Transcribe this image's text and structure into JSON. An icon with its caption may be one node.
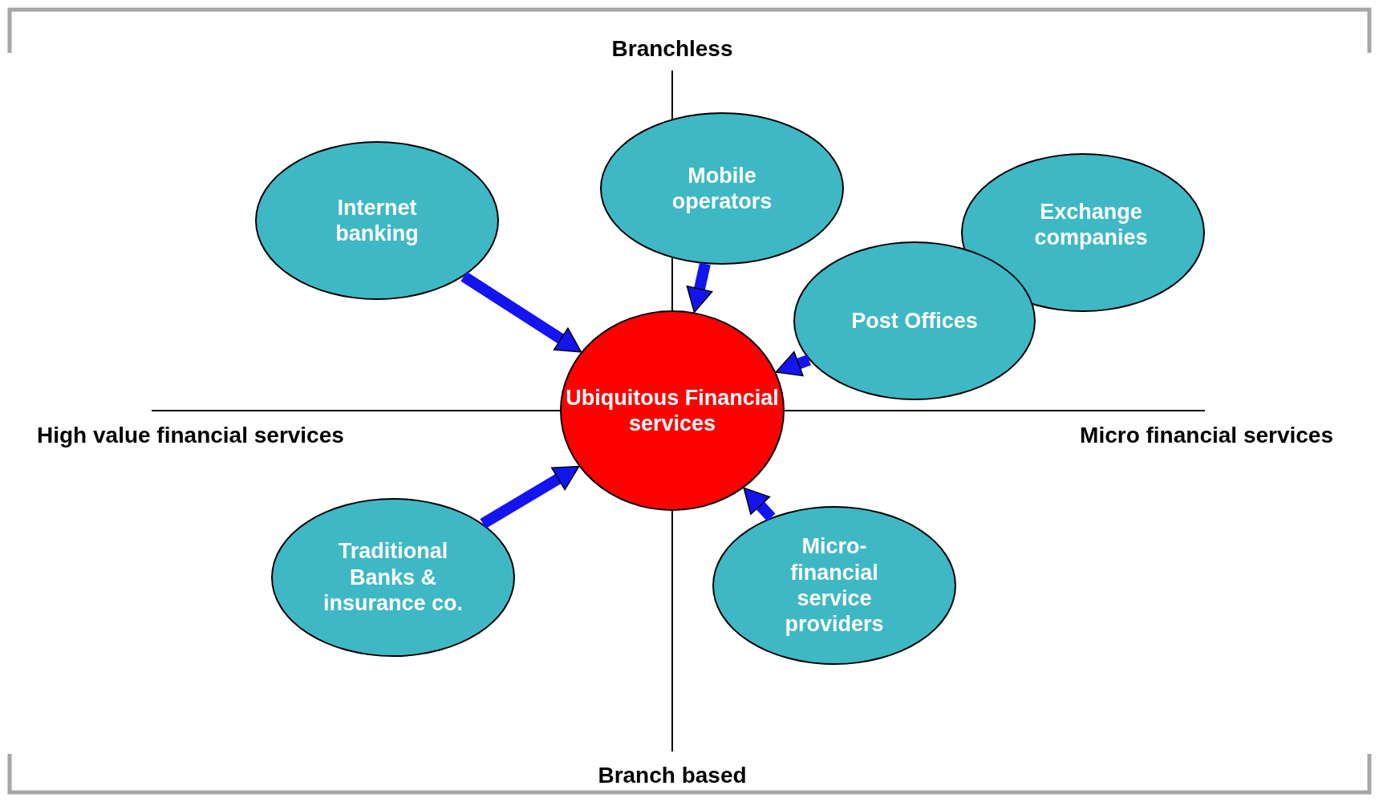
{
  "diagram": {
    "nodes": [
      {
        "text": [
          "Internet banking"
        ]
      },
      {
        "text": [
          "Mobile operators"
        ]
      },
      {
        "text": [
          "Exchange companies"
        ]
      },
      {
        "text": [
          "Post Offices"
        ]
      },
      {
        "text": [
          "Ubiquitous Financial services"
        ]
      },
      {
        "text": [
          "Traditional Banks & insurance co."
        ]
      },
      {
        "text": [
          "Micro- financial service providers"
        ]
      }
    ],
    "edges": [
      {
        "from": 0,
        "to": 4,
        "arrow": "to"
      },
      {
        "from": 1,
        "to": 4,
        "arrow": "to"
      },
      {
        "from": 3,
        "to": 4,
        "arrow": "to"
      },
      {
        "from": 5,
        "to": 4,
        "arrow": "to"
      },
      {
        "from": 6,
        "to": 4,
        "arrow": "to"
      }
    ],
    "labels": [
      "Branchless",
      "High value financial services",
      "Micro financial services",
      "Branch based"
    ]
  }
}
